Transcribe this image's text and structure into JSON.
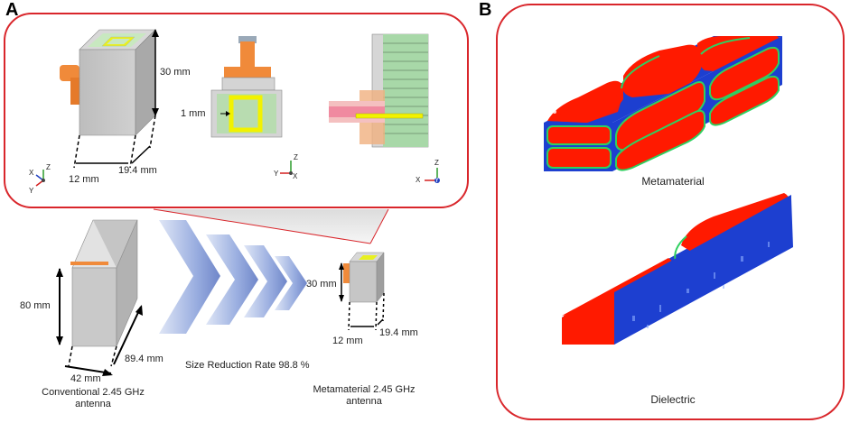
{
  "panels": {
    "a_label": "A",
    "b_label": "B"
  },
  "inset": {
    "dim_height": "30 mm",
    "dim_gap": "1 mm",
    "dim_depth": "12 mm",
    "dim_width": "19.4 mm",
    "axes_iso": {
      "x": "X",
      "y": "Y",
      "z": "Z"
    },
    "axes_front": {
      "x": "X",
      "y": "Y",
      "z": "Z"
    },
    "axes_side": {
      "x": "X",
      "y": "Y",
      "z": "Z"
    }
  },
  "conventional": {
    "dim_height": "80 mm",
    "dim_depth": "42 mm",
    "dim_width": "89.4 mm",
    "caption_line1": "Conventional 2.45 GHz",
    "caption_line2": "antenna"
  },
  "reduction": {
    "label": "Size Reduction Rate 98.8 %"
  },
  "metamaterial_small": {
    "dim_height": "30 mm",
    "dim_depth": "12 mm",
    "dim_width": "19.4 mm",
    "caption_line1": "Metamaterial 2.45 GHz",
    "caption_line2": "antenna"
  },
  "panel_b": {
    "top_label": "Metamaterial",
    "bottom_label": "Dielectric"
  },
  "colors": {
    "frame_red": "#d9262b",
    "field_red": "#ff1a00",
    "field_blue": "#1d3fd0",
    "field_green": "#2fd060",
    "box_grey": "#c8c8c8",
    "feed_orange": "#f08a3a",
    "patch_yellow": "#f2f200",
    "substrate_green": "#a8d8a8"
  }
}
